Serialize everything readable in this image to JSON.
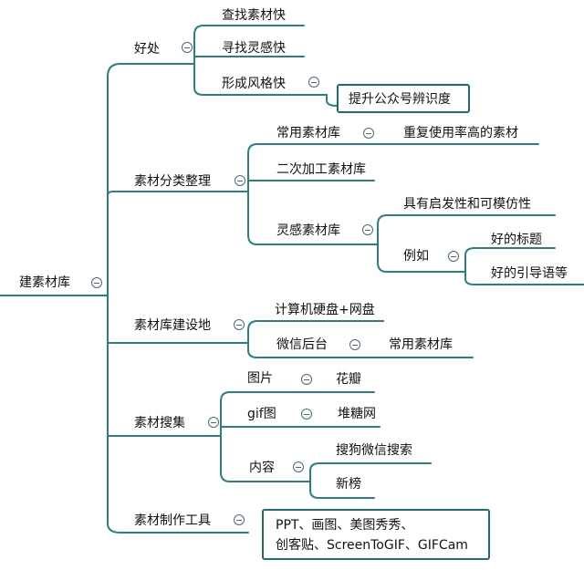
{
  "colors": {
    "link": "#2a7f84",
    "box_border": "#1f6b6f",
    "toggle": "#4a6a78"
  },
  "icons": {
    "toggle": "collapse-minus-icon"
  },
  "root": "建素材库",
  "branches": {
    "haochu": {
      "label": "好处",
      "children": [
        "查找素材快",
        "寻找灵感快",
        "形成风格快"
      ],
      "style_result": "提升公众号辨识度"
    },
    "fenlei": {
      "label": "素材分类整理",
      "common": "常用素材库",
      "common_desc": "重复使用率高的素材",
      "secondary": "二次加工素材库",
      "inspiration": "灵感素材库",
      "inspiration_desc": "具有启发性和可模仿性",
      "example": "例如",
      "example_items": [
        "好的标题",
        "好的引导语等"
      ]
    },
    "jianshedi": {
      "label": "素材库建设地",
      "computer": "计算机硬盘+网盘",
      "wechat": "微信后台",
      "wechat_desc": "常用素材库"
    },
    "souji": {
      "label": "素材搜集",
      "images": "图片",
      "images_src": "花瓣",
      "gif": "gif图",
      "gif_src": "堆糖网",
      "content": "内容",
      "content_src": [
        "搜狗微信搜索",
        "新榜"
      ]
    },
    "tools": {
      "label": "素材制作工具",
      "lines": [
        "PPT、画图、美图秀秀、",
        "创客贴、ScreenToGIF、GIFCam"
      ]
    }
  }
}
